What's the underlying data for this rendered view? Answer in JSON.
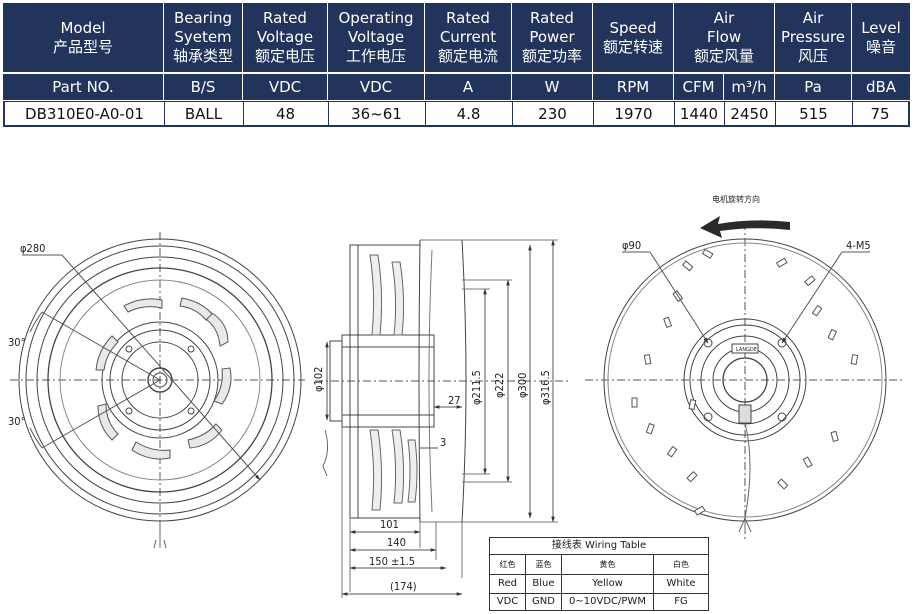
{
  "spec_table": {
    "headers": [
      {
        "en": [
          "Model"
        ],
        "cn": "产品型号"
      },
      {
        "en": [
          "Bearing",
          "Syetem"
        ],
        "cn": "轴承类型"
      },
      {
        "en": [
          "Rated",
          "Voltage"
        ],
        "cn": "额定电压"
      },
      {
        "en": [
          "Operating",
          "Voltage"
        ],
        "cn": "工作电压"
      },
      {
        "en": [
          "Rated",
          "Current"
        ],
        "cn": "额定电流"
      },
      {
        "en": [
          "Rated",
          "Power"
        ],
        "cn": "额定功率"
      },
      {
        "en": [
          "Speed"
        ],
        "cn": "额定转速"
      },
      {
        "en": [
          "Air",
          "Flow"
        ],
        "cn": "额定风量"
      },
      {
        "en": [
          "Air",
          "Pressure"
        ],
        "cn": "风压"
      },
      {
        "en": [
          "Level"
        ],
        "cn": "噪音"
      }
    ],
    "units": [
      "Part NO.",
      "B/S",
      "VDC",
      "VDC",
      "A",
      "W",
      "RPM",
      "CFM",
      "m³/h",
      "Pa",
      "dBA"
    ],
    "values": [
      "DB310E0-A0-01",
      "BALL",
      "48",
      "36~61",
      "4.8",
      "230",
      "1970",
      "1440",
      "2450",
      "515",
      "75"
    ]
  },
  "drawing": {
    "front_view": {
      "diameter_label": "φ280",
      "angle_top": "30°",
      "angle_bottom": "30°"
    },
    "side_view": {
      "d_102": "φ102",
      "d_211_5": "φ211.5",
      "d_222": "φ222",
      "d_300": "φ300",
      "d_316_5": "φ316.5",
      "dim_27": "27",
      "dim_3": "3",
      "dim_101": "101",
      "dim_140": "140",
      "dim_150": "150 ±1.5",
      "dim_174": "(174)"
    },
    "rear_view": {
      "rotation_label": "电机旋转方向",
      "d_90": "φ90",
      "holes": "4-M5",
      "brand": "LANGDE"
    }
  },
  "wiring_table": {
    "title": "接线表 Wiring Table",
    "cn": [
      "红色",
      "蓝色",
      "黄色",
      "白色"
    ],
    "en": [
      "Red",
      "Blue",
      "Yellow",
      "White"
    ],
    "signal": [
      "VDC",
      "GND",
      "0~10VDC/PWM",
      "FG"
    ]
  }
}
